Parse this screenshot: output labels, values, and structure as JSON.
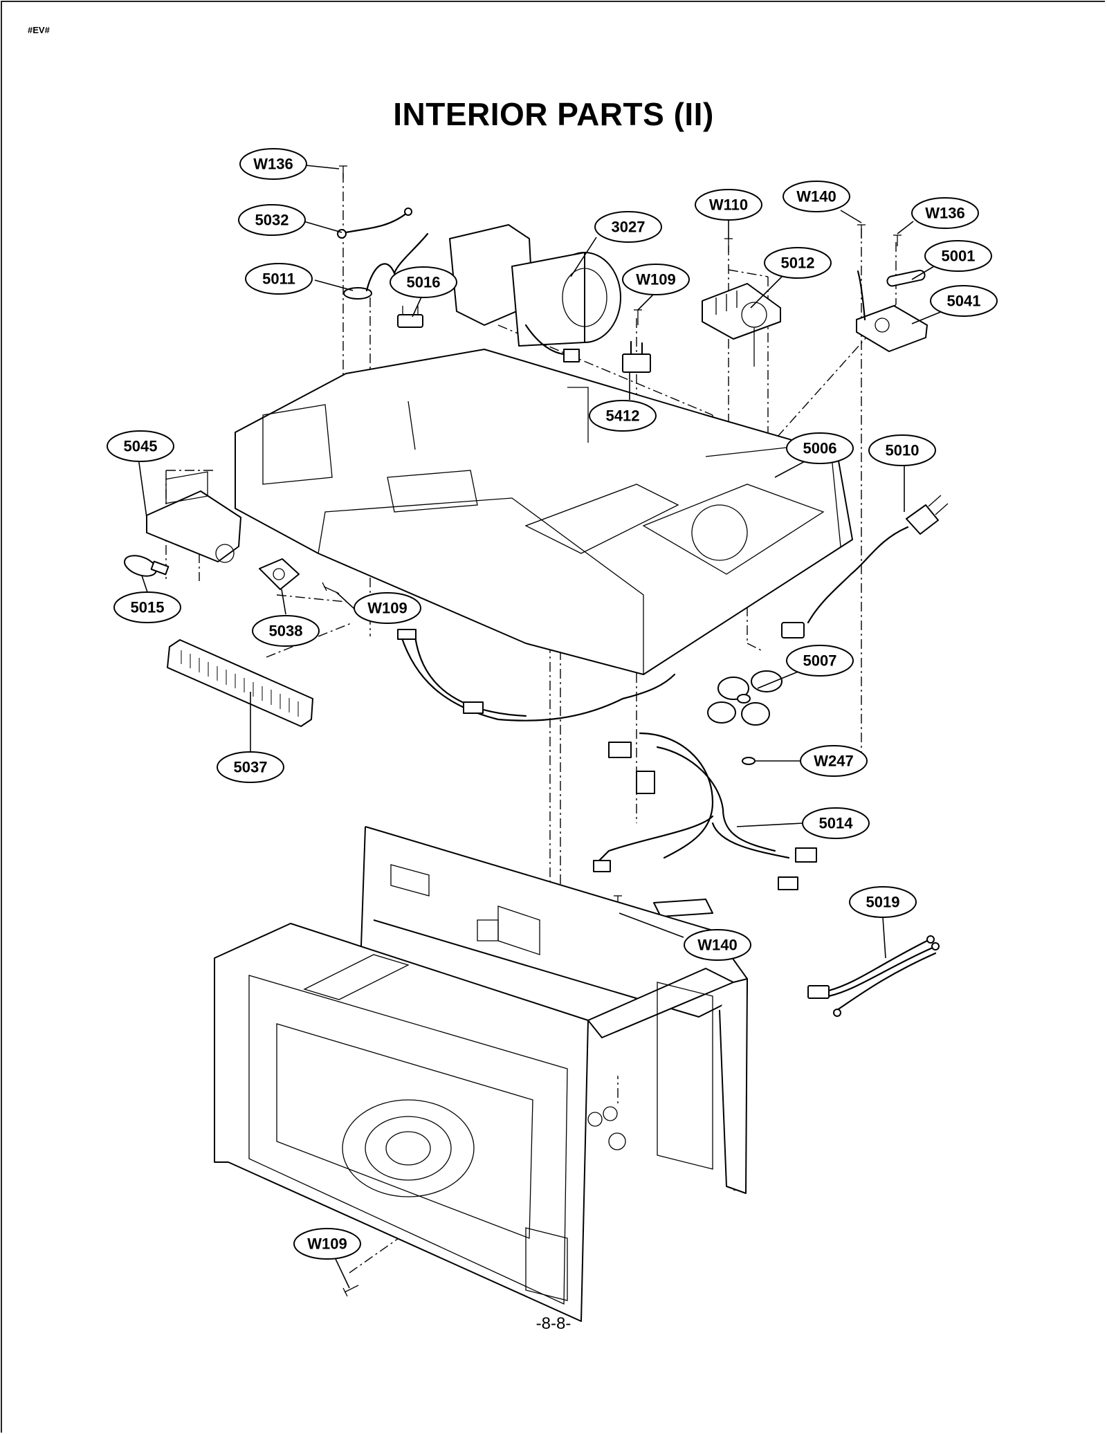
{
  "header": {
    "doc_code": "#EV#",
    "title": "INTERIOR PARTS (II)"
  },
  "footer": {
    "page_number": "-8-8-"
  },
  "callouts": [
    {
      "id": "w136-top",
      "label": "W136"
    },
    {
      "id": "5032",
      "label": "5032"
    },
    {
      "id": "5011",
      "label": "5011"
    },
    {
      "id": "5016",
      "label": "5016"
    },
    {
      "id": "3027",
      "label": "3027"
    },
    {
      "id": "w109-top",
      "label": "W109"
    },
    {
      "id": "w110",
      "label": "W110"
    },
    {
      "id": "w140-top",
      "label": "W140"
    },
    {
      "id": "w136-right",
      "label": "W136"
    },
    {
      "id": "5012",
      "label": "5012"
    },
    {
      "id": "5001",
      "label": "5001"
    },
    {
      "id": "5041",
      "label": "5041"
    },
    {
      "id": "5412",
      "label": "5412"
    },
    {
      "id": "5045",
      "label": "5045"
    },
    {
      "id": "5006",
      "label": "5006"
    },
    {
      "id": "5010",
      "label": "5010"
    },
    {
      "id": "5015",
      "label": "5015"
    },
    {
      "id": "5038",
      "label": "5038"
    },
    {
      "id": "w109-mid",
      "label": "W109"
    },
    {
      "id": "5007",
      "label": "5007"
    },
    {
      "id": "5037",
      "label": "5037"
    },
    {
      "id": "w247",
      "label": "W247"
    },
    {
      "id": "5014",
      "label": "5014"
    },
    {
      "id": "5019",
      "label": "5019"
    },
    {
      "id": "w140-bottom",
      "label": "W140"
    },
    {
      "id": "w109-bottom",
      "label": "W109"
    }
  ]
}
